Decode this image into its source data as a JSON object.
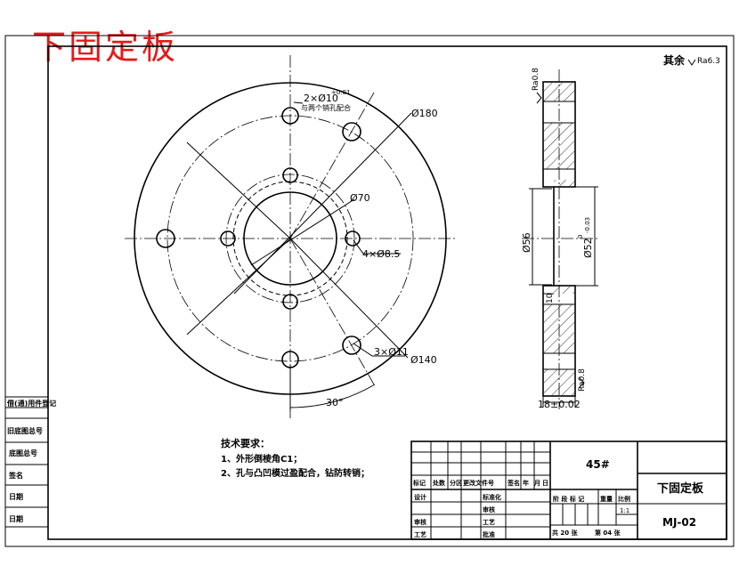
{
  "title": "下固定板",
  "roughness": {
    "label": "其余",
    "value": "Ra6.3",
    "top": "Ra0.8",
    "bottom": "Ra0.8"
  },
  "front_view": {
    "d180": "Ø180",
    "d140": "Ø140",
    "d70": "Ø70",
    "holes_2x10": "2×Ø10",
    "holes_2x10_tol": "+0.01",
    "holes_2x10_note": "与两个销孔配合",
    "holes_4x85": "4×Ø8.5",
    "holes_3x11": "3×Ø11",
    "angle": "30°"
  },
  "side_view": {
    "d56": "Ø56",
    "d52": "Ø52",
    "d52_tol_upper": "0",
    "d52_tol_lower": "-0.03",
    "step": "10",
    "thickness": "18±0.02"
  },
  "notes": {
    "heading": "技术要求：",
    "items": [
      "1、外形倒棱角C1；",
      "2、孔与凸凹模过盈配合，钻防转销；"
    ]
  },
  "left_strip": [
    "借(通)用件登记",
    "旧底图总号",
    "底图总号",
    "签名",
    "日期",
    "日期"
  ],
  "title_block": {
    "material": "45#",
    "part_name": "下固定板",
    "drawing_no": "MJ-02",
    "rev_headers": [
      "标记",
      "处数",
      "分区",
      "更改文件号",
      "签名",
      "年",
      "月",
      "日"
    ],
    "role_design": "设计",
    "role_standard": "标准化",
    "role_check": "审核",
    "role_process": "工艺",
    "role_approve": "批准",
    "role_review": "审核",
    "stage_headers": [
      "阶 段 标 记",
      "重量",
      "比例"
    ],
    "scale": "1:1",
    "sheets_total": "共 20 张",
    "sheet_no": "第 04 张"
  }
}
